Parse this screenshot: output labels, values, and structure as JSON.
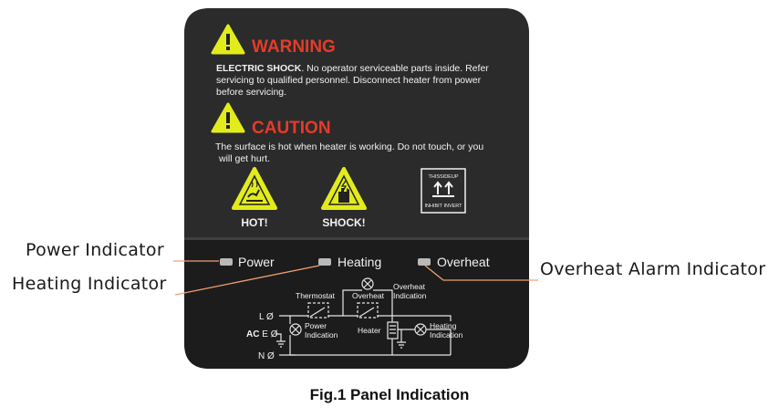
{
  "panel": {
    "warning": {
      "title": "WARNING",
      "bold_lead": "ELECTRIC SHOCK",
      "line1": ". No operator serviceable parts inside. Refer",
      "line2": "servicing to qualified personnel. Disconnect heater from power",
      "line3": "before servicing."
    },
    "caution": {
      "title": "CAUTION",
      "line1": "The surface is hot when heater is working. Do not touch, or you",
      "line2": "will get hurt."
    },
    "hazard_labels": {
      "hot": "HOT!",
      "shock": "SHOCK!"
    },
    "orientation_label": {
      "top": "THISSIDEUP",
      "bottom": "INHIBIT INVERT"
    },
    "indicators": {
      "power": "Power",
      "heating": "Heating",
      "overheat": "Overheat"
    },
    "circuit": {
      "terminal_l": "L",
      "terminal_e": "E",
      "terminal_n": "N",
      "ac": "AC",
      "ground_sym": "Ø",
      "thermostat": "Thermostat",
      "overheat": "Overheat",
      "overheat_indication_1": "Overheat",
      "overheat_indication_2": "Indication",
      "power_indication_1": "Power",
      "power_indication_2": "Indication",
      "heater": "Heater",
      "heating_indication_1": "Heating",
      "heating_indication_2": "Indication"
    }
  },
  "callouts": {
    "power": "Power Indicator",
    "heating": "Heating Indicator",
    "overheat": "Overheat Alarm Indicator"
  },
  "caption": "Fig.1 Panel Indication",
  "colors": {
    "panel_upper": "#2b2b2b",
    "panel_lower": "#1c1c1c",
    "warning_red": "#e63b2a",
    "hazard_yellow": "#e2ec1c",
    "leader_orange": "#f0a070",
    "led_gray": "#b9b9b9"
  }
}
